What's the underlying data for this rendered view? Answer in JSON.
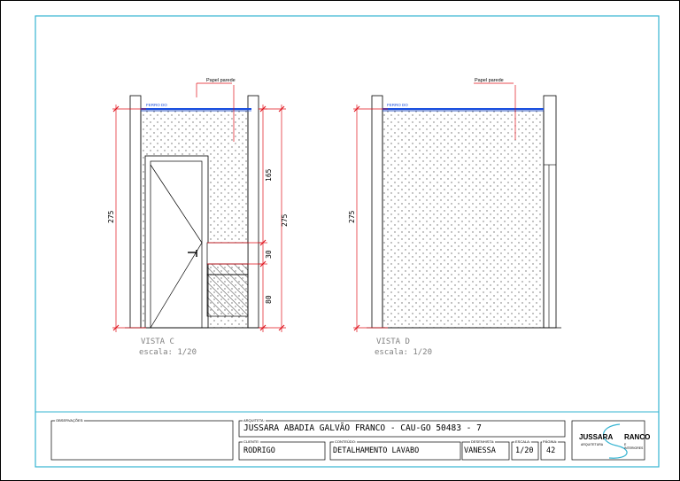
{
  "drawing": {
    "view_c": {
      "name": "VISTA C",
      "scale": "escala: 1/20",
      "dims": {
        "height": "275",
        "upper": "165",
        "middle": "30",
        "lower": "80"
      }
    },
    "view_d": {
      "name": "VISTA D",
      "scale": "escala: 1/20",
      "dims": {
        "height": "275"
      }
    },
    "callouts": {
      "wallpaper": "Papel parede",
      "ceiling": "FERRO DO"
    }
  },
  "title_block": {
    "observacoes_label": "OBSERVAÇÕES:",
    "arquiteta_label": "ARQUITETA:",
    "arquiteta": "JUSSARA ABADIA GALVÃO FRANCO - CAU-GO 50483 - 7",
    "cliente_label": "CLIENTE:",
    "cliente": "RODRIGO",
    "conteudo_label": "CONTEÚDO:",
    "conteudo": "DETALHAMENTO LAVABO",
    "desenhista_label": "DESENHISTA:",
    "desenhista": "VANESSA",
    "escala_label": "ESCALA:",
    "escala": "1/20",
    "pagina_label": "PÁGINA:",
    "pagina": "42",
    "logo": {
      "name": "JUSSARA",
      "surname": "RANCO",
      "sub1": "ARQUITETURA",
      "sub2": "E INTERIORES"
    }
  },
  "colors": {
    "frame": "#35b4d2",
    "dimension": "#e0101a",
    "ceiling": "#1a4fe0",
    "ink": "#000000"
  }
}
